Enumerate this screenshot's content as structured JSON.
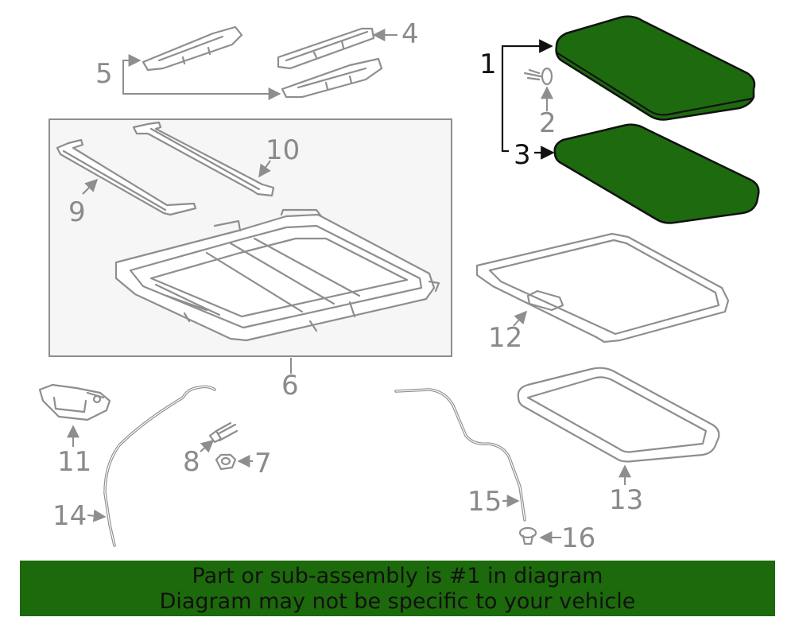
{
  "callouts": {
    "c1": "1",
    "c2": "2",
    "c3": "3",
    "c4": "4",
    "c5": "5",
    "c6": "6",
    "c7": "7",
    "c8": "8",
    "c9": "9",
    "c10": "10",
    "c11": "11",
    "c12": "12",
    "c13": "13",
    "c14": "14",
    "c15": "15",
    "c16": "16"
  },
  "banner": {
    "line1": "Part or sub-assembly is #1 in diagram",
    "line2": "Diagram may not be specific to your vehicle"
  },
  "colors": {
    "highlight": "#1c6a0b",
    "line": "#8e8e8e"
  }
}
